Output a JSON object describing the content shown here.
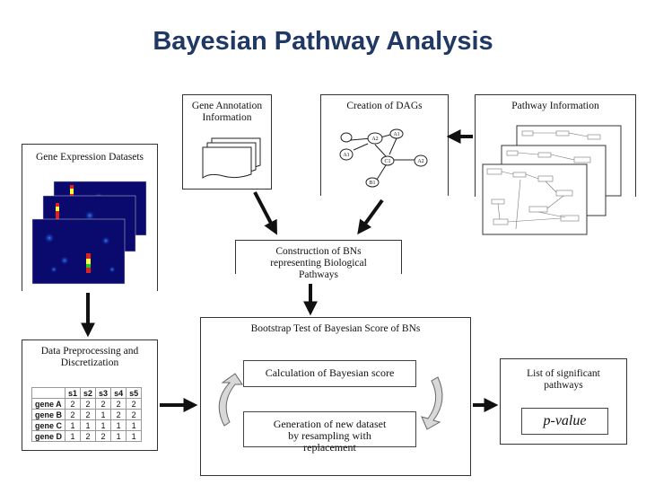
{
  "title": "Bayesian Pathway Analysis",
  "boxes": {
    "gene_annotation": "Gene Annotation Information",
    "dags": "Creation of DAGs",
    "pathway_info": "Pathway Information",
    "gene_expression": "Gene Expression Datasets",
    "construction": "Construction of BNs representing Biological Pathways",
    "bootstrap": "Bootstrap Test of Bayesian Score of BNs",
    "calc_score": "Calculation of  Bayesian score",
    "generation": "Generation of  new dataset by resampling with replacement",
    "preprocessing": "Data Preprocessing and Discretization",
    "significant": "List of significant pathways",
    "pvalue": "p-value"
  },
  "dag_nodes": [
    "A1",
    "A2",
    "A3",
    "C1",
    "A2",
    "B1"
  ],
  "table": {
    "headers": [
      "",
      "s1",
      "s2",
      "s3",
      "s4",
      "s5"
    ],
    "rows": [
      {
        "gene": "gene A",
        "vals": [
          "2",
          "2",
          "2",
          "2",
          "2"
        ]
      },
      {
        "gene": "gene B",
        "vals": [
          "2",
          "2",
          "1",
          "2",
          "2"
        ]
      },
      {
        "gene": "gene C",
        "vals": [
          "1",
          "1",
          "1",
          "1",
          "1"
        ]
      },
      {
        "gene": "gene D",
        "vals": [
          "1",
          "2",
          "2",
          "1",
          "1"
        ]
      }
    ]
  },
  "colors": {
    "title": "#1f3864",
    "heatmap_bg": "#0a0a6e"
  }
}
